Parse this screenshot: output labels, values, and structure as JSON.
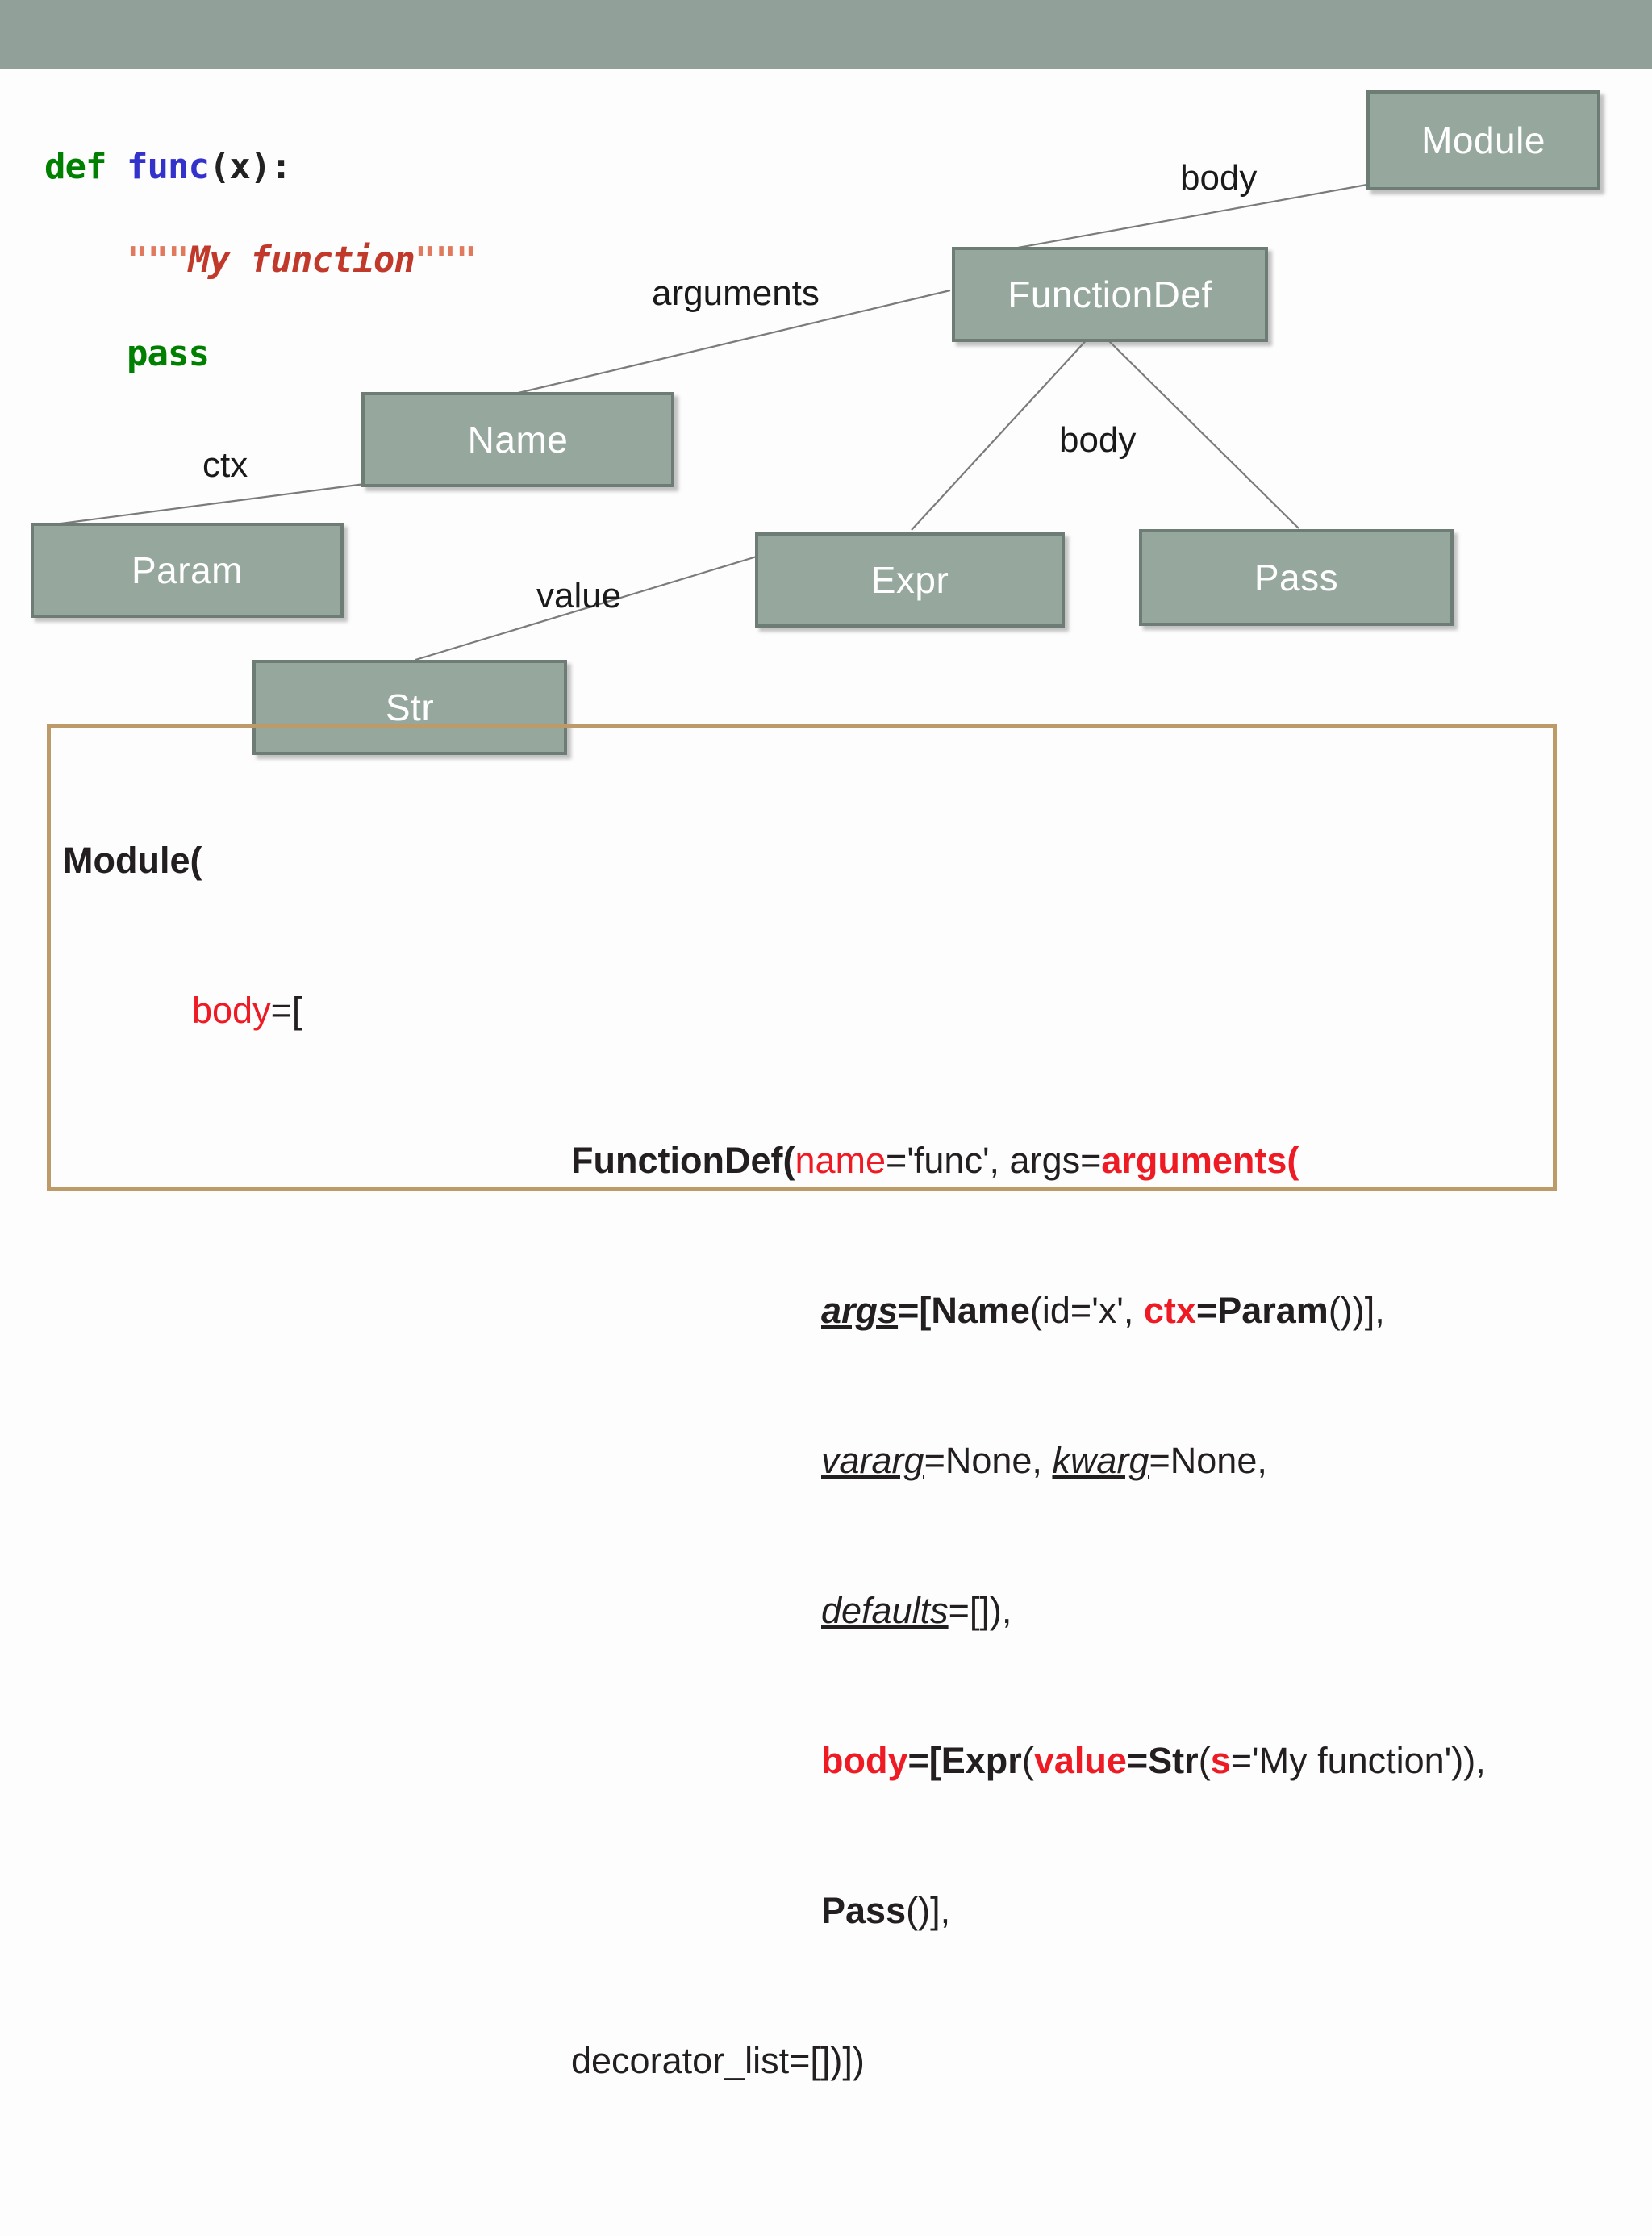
{
  "topbar": {
    "color": "#91a099"
  },
  "code_snippet": {
    "lines": [
      {
        "tokens": [
          {
            "text": "def ",
            "kind": "keyword"
          },
          {
            "text": "func",
            "kind": "function"
          },
          {
            "text": "(x):",
            "kind": "plain"
          }
        ]
      },
      {
        "tokens": [
          {
            "text": "    ",
            "kind": "plain"
          },
          {
            "text": "\"\"\"",
            "kind": "quote"
          },
          {
            "text": "My function",
            "kind": "docstring"
          },
          {
            "text": "\"\"\"",
            "kind": "quote"
          }
        ]
      },
      {
        "tokens": [
          {
            "text": "    ",
            "kind": "plain"
          },
          {
            "text": "pass",
            "kind": "keyword"
          }
        ]
      }
    ],
    "plain_text": "def func(x):\n    \"\"\"My function\"\"\"\n    pass"
  },
  "tree": {
    "node_fill": "#96a89e",
    "node_border": "#6d7d75",
    "node_text_color": "#ffffff",
    "edge_color": "#7b7b7b",
    "nodes": [
      {
        "id": "module",
        "label": "Module"
      },
      {
        "id": "functiondef",
        "label": "FunctionDef"
      },
      {
        "id": "name",
        "label": "Name"
      },
      {
        "id": "param",
        "label": "Param"
      },
      {
        "id": "expr",
        "label": "Expr"
      },
      {
        "id": "pass",
        "label": "Pass"
      },
      {
        "id": "str",
        "label": "Str"
      }
    ],
    "edges": [
      {
        "from": "module",
        "to": "functiondef",
        "label": "body"
      },
      {
        "from": "functiondef",
        "to": "name",
        "label": "arguments"
      },
      {
        "from": "name",
        "to": "param",
        "label": "ctx"
      },
      {
        "from": "functiondef",
        "to": "expr",
        "label": "body"
      },
      {
        "from": "functiondef",
        "to": "pass",
        "label": ""
      },
      {
        "from": "expr",
        "to": "str",
        "label": "value"
      }
    ]
  },
  "dump": {
    "border_color": "#bd9b68",
    "plain_text": "Module(\n        body=[\n                FunctionDef(name='func', args=arguments(\n                        args=[Name(id='x', ctx=Param())],\n                        vararg=None, kwarg=None,\n                        defaults=[]),\n                        body=[Expr(value=Str(s='My function')),\n                        Pass()],\n                decorator_list=[])])",
    "lines": [
      {
        "segments": [
          {
            "text": "Module(",
            "style": "bold"
          }
        ]
      },
      {
        "segments": [
          {
            "text": "body",
            "style": "red"
          },
          {
            "text": "=[",
            "style": "plain"
          }
        ]
      },
      {
        "segments": [
          {
            "text": "FunctionDef(",
            "style": "bold"
          },
          {
            "text": "name",
            "style": "red"
          },
          {
            "text": "='func', args=",
            "style": "plain"
          },
          {
            "text": "arguments(",
            "style": "red-bold"
          }
        ]
      },
      {
        "segments": [
          {
            "text": "args",
            "style": "italic-underline-bold"
          },
          {
            "text": "=[",
            "style": "bold"
          },
          {
            "text": "Name",
            "style": "bold"
          },
          {
            "text": "(id='x', ",
            "style": "plain"
          },
          {
            "text": "ctx",
            "style": "red-bold"
          },
          {
            "text": "=",
            "style": "bold"
          },
          {
            "text": "Param",
            "style": "bold"
          },
          {
            "text": "())],",
            "style": "plain"
          }
        ]
      },
      {
        "segments": [
          {
            "text": "vararg",
            "style": "italic-underline"
          },
          {
            "text": "=None, ",
            "style": "plain"
          },
          {
            "text": "kwarg",
            "style": "italic-underline"
          },
          {
            "text": "=None,",
            "style": "plain"
          }
        ]
      },
      {
        "segments": [
          {
            "text": "defaults",
            "style": "italic-underline"
          },
          {
            "text": "=[]),",
            "style": "plain"
          }
        ]
      },
      {
        "segments": [
          {
            "text": "body",
            "style": "red-bold"
          },
          {
            "text": "=[",
            "style": "bold"
          },
          {
            "text": "Expr",
            "style": "bold"
          },
          {
            "text": "(",
            "style": "plain"
          },
          {
            "text": "value",
            "style": "red-bold"
          },
          {
            "text": "=",
            "style": "bold"
          },
          {
            "text": "Str",
            "style": "bold"
          },
          {
            "text": "(",
            "style": "plain"
          },
          {
            "text": "s",
            "style": "red-bold"
          },
          {
            "text": "='My function')),",
            "style": "plain"
          }
        ]
      },
      {
        "segments": [
          {
            "text": "Pass",
            "style": "bold"
          },
          {
            "text": "()],",
            "style": "plain"
          }
        ]
      },
      {
        "segments": [
          {
            "text": "decorator_list=[])])",
            "style": "plain"
          }
        ]
      }
    ]
  }
}
